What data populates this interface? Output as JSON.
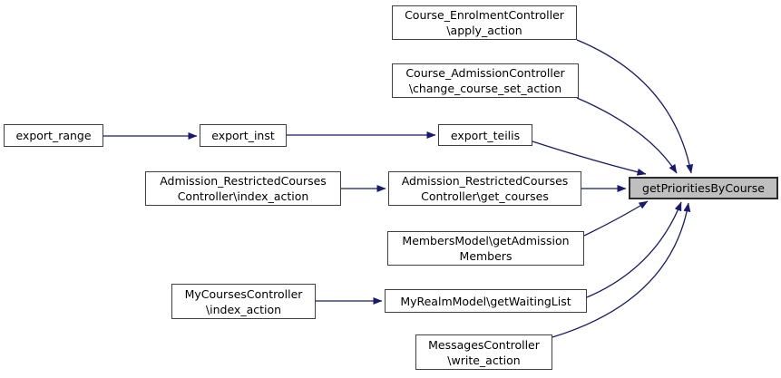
{
  "diagram": {
    "type": "call-graph",
    "focus_function": "getPrioritiesByCourse",
    "colors": {
      "edge": "#191970",
      "node_fill": "#ffffff",
      "node_border": "#404040",
      "highlight_fill": "#bfbfbf",
      "highlight_border": "#2b2b2b",
      "text": "#000000",
      "background": "#ffffff"
    },
    "nodes": [
      {
        "id": "apply_action",
        "label": "Course_EnrolmentController\n\\apply_action",
        "highlighted": false
      },
      {
        "id": "change_course_set",
        "label": "Course_AdmissionController\n\\change_course_set_action",
        "highlighted": false
      },
      {
        "id": "export_range",
        "label": "export_range",
        "highlighted": false
      },
      {
        "id": "export_inst",
        "label": "export_inst",
        "highlighted": false
      },
      {
        "id": "export_teilis",
        "label": "export_teilis",
        "highlighted": false
      },
      {
        "id": "arc_index_action",
        "label": "Admission_RestrictedCourses\nController\\index_action",
        "highlighted": false
      },
      {
        "id": "arc_get_courses",
        "label": "Admission_RestrictedCourses\nController\\get_courses",
        "highlighted": false
      },
      {
        "id": "getPrioritiesByCourse",
        "label": "getPrioritiesByCourse",
        "highlighted": true
      },
      {
        "id": "getAdmissionMembers",
        "label": "MembersModel\\getAdmission\nMembers",
        "highlighted": false
      },
      {
        "id": "getWaitingList",
        "label": "MyRealmModel\\getWaitingList",
        "highlighted": false
      },
      {
        "id": "mc_index_action",
        "label": "MyCoursesController\n\\index_action",
        "highlighted": false
      },
      {
        "id": "write_action",
        "label": "MessagesController\n\\write_action",
        "highlighted": false
      }
    ],
    "edges": [
      {
        "from": "export_range",
        "to": "export_inst"
      },
      {
        "from": "export_inst",
        "to": "export_teilis"
      },
      {
        "from": "arc_index_action",
        "to": "arc_get_courses"
      },
      {
        "from": "arc_get_courses",
        "to": "getPrioritiesByCourse"
      },
      {
        "from": "mc_index_action",
        "to": "getWaitingList"
      },
      {
        "from": "export_teilis",
        "to": "getPrioritiesByCourse"
      },
      {
        "from": "change_course_set",
        "to": "getPrioritiesByCourse"
      },
      {
        "from": "apply_action",
        "to": "getPrioritiesByCourse"
      },
      {
        "from": "getAdmissionMembers",
        "to": "getPrioritiesByCourse"
      },
      {
        "from": "getWaitingList",
        "to": "getPrioritiesByCourse"
      },
      {
        "from": "write_action",
        "to": "getPrioritiesByCourse"
      }
    ]
  }
}
